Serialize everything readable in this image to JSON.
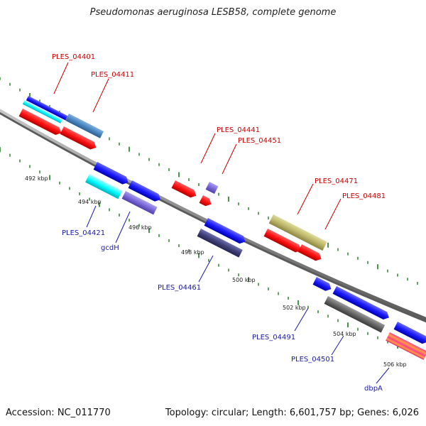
{
  "title": "Pseudomonas aeruginosa LESB58, complete genome",
  "accession": "Accession: NC_011770",
  "topology": "Topology: circular; Length: 6,601,757 bp; Genes: 6,026",
  "colors": {
    "backbone": "#8c8c8c",
    "tick_dots": "#1f7a1f",
    "forward_label": "#cc0000",
    "reverse_label": "#1a1aa6",
    "red_gene": "#ff1010",
    "blue_gene": "#1a1aff",
    "cyan_gene": "#00ffff",
    "steel_gene": "#4a86c0",
    "lavender_gene": "#7b68d8",
    "navy_gene": "#40407a",
    "khaki_gene": "#bdb76b",
    "gray_gene": "#666666",
    "pink_gene": "#ff3f8f",
    "orange_gene": "#ffa040"
  },
  "kbp_labels": [
    "492 kbp",
    "494 kbp",
    "496 kbp",
    "498 kbp",
    "500 kbp",
    "502 kbp",
    "504 kbp",
    "506 kbp"
  ],
  "forward_genes": [
    "PLES_04401",
    "PLES_04411",
    "PLES_04441",
    "PLES_04451",
    "PLES_04471",
    "PLES_04481"
  ],
  "reverse_genes": [
    "PLES_04421",
    "gcdH",
    "PLES_04461",
    "PLES_04491",
    "PLES_04501",
    "dbpA"
  ]
}
